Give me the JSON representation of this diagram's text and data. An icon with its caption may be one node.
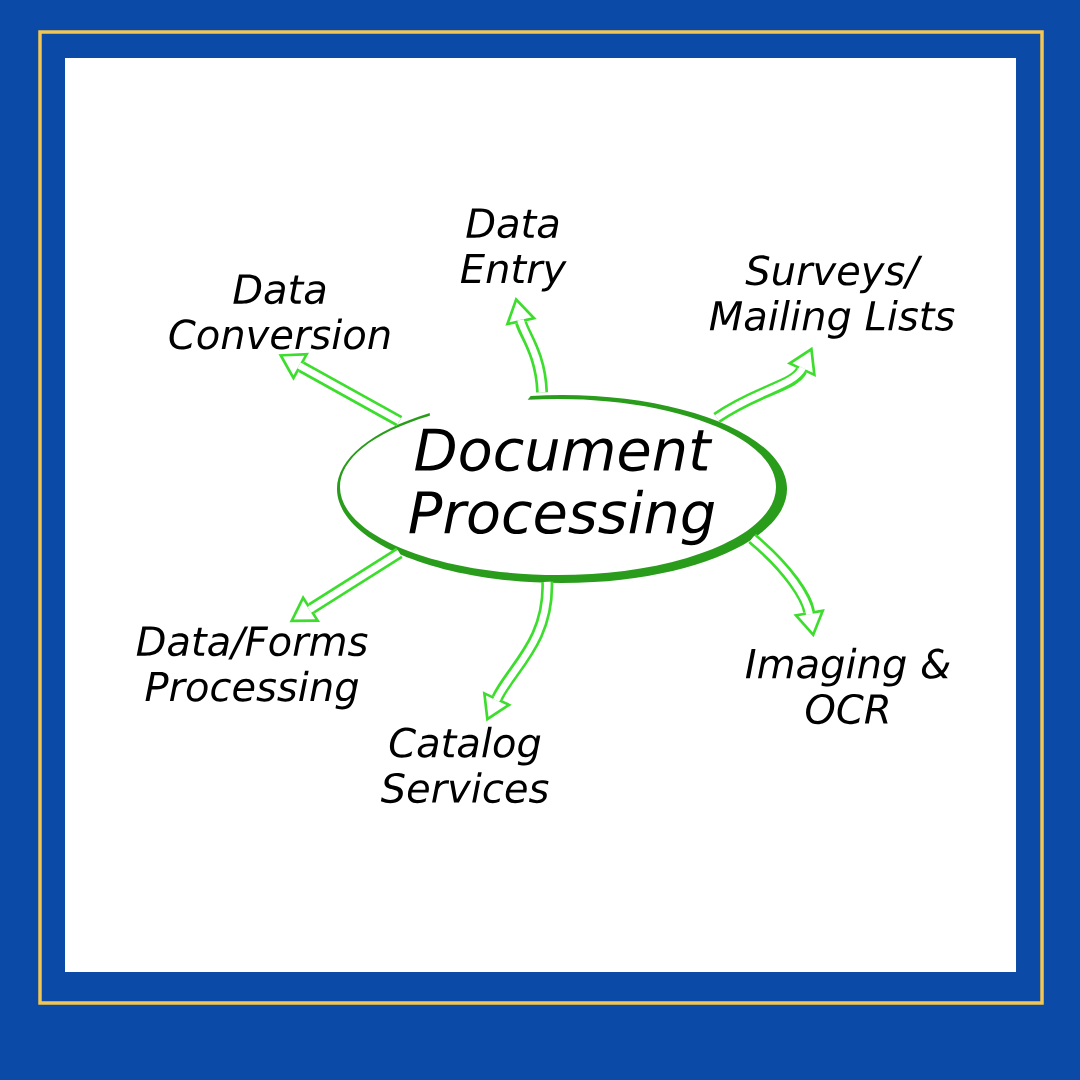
{
  "diagram": {
    "nodes": [
      {
        "text": [
          "Document Processing"
        ]
      },
      {
        "text": [
          "Data Conversion"
        ]
      },
      {
        "text": [
          "Data Entry"
        ]
      },
      {
        "text": [
          "Surveys/ Mailing Lists"
        ]
      },
      {
        "text": [
          "Imaging & OCR"
        ]
      },
      {
        "text": [
          "Catalog Services"
        ]
      },
      {
        "text": [
          "Data/Forms Processing"
        ]
      }
    ],
    "edges": [
      {
        "from": 0,
        "to": 1,
        "arrow": "to"
      },
      {
        "from": 0,
        "to": 2,
        "arrow": "to"
      },
      {
        "from": 0,
        "to": 3,
        "arrow": "to"
      },
      {
        "from": 0,
        "to": 4,
        "arrow": "to"
      },
      {
        "from": 0,
        "to": 5,
        "arrow": "to"
      },
      {
        "from": 0,
        "to": 6,
        "arrow": "to"
      }
    ]
  }
}
